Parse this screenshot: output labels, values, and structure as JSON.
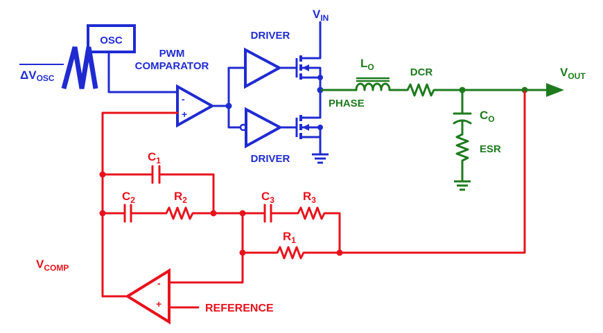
{
  "colors": {
    "control": "#1f2bd1",
    "power": "#1d7a1d",
    "compensation": "#e8121c"
  },
  "labels": {
    "osc": "OSC",
    "delta_vosc_main": "ΔV",
    "delta_vosc_sub": "OSC",
    "pwm_line1": "PWM",
    "pwm_line2": "COMPARATOR",
    "driver_top": "DRIVER",
    "driver_bottom": "DRIVER",
    "vin_main": "V",
    "vin_sub": "IN",
    "lo_main": "L",
    "lo_sub": "O",
    "dcr": "DCR",
    "phase": "PHASE",
    "vout_main": "V",
    "vout_sub": "OUT",
    "co_main": "C",
    "co_sub": "O",
    "esr": "ESR",
    "c1_main": "C",
    "c1_sub": "1",
    "c2_main": "C",
    "c2_sub": "2",
    "r2_main": "R",
    "r2_sub": "2",
    "c3_main": "C",
    "c3_sub": "3",
    "r3_main": "R",
    "r3_sub": "3",
    "r1_main": "R",
    "r1_sub": "1",
    "vcomp_main": "V",
    "vcomp_sub": "COMP",
    "reference": "REFERENCE",
    "cmp_minus": "-",
    "cmp_plus": "+",
    "ea_minus": "-",
    "ea_plus": "+"
  }
}
